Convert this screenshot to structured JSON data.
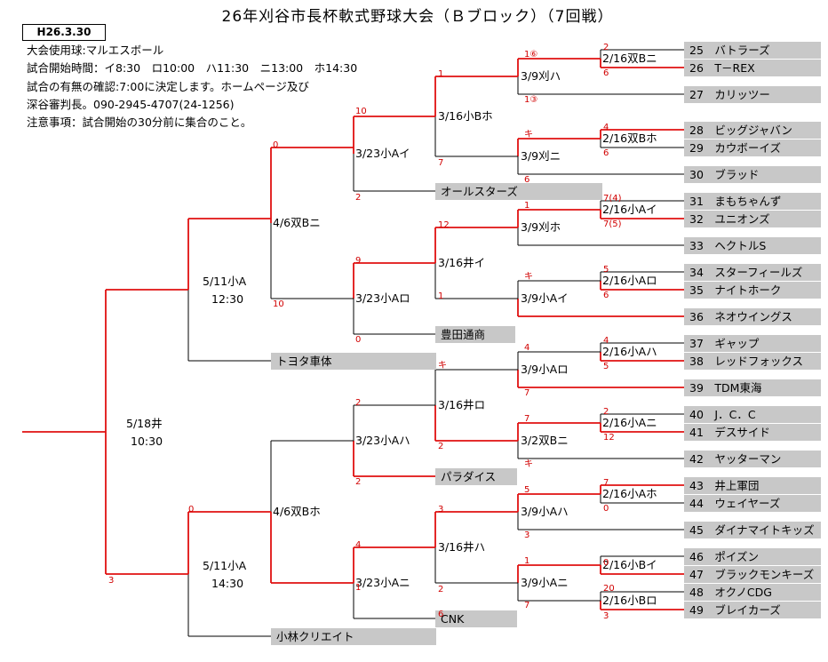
{
  "title": "26年刈谷市長杯軟式野球大会（Ｂブロック）（7回戦）",
  "date_label": "H26.3.30",
  "info_lines": [
    "大会使用球:マルエスボール",
    "試合開始時間：イ8:30　ロ10:00　ハ11:30　ニ13:00　ホ14:30",
    "試合の有無の確認:7:00に決定します。ホームページ及び",
    "深谷審判長。090-2945-4707(24-1256)",
    "注意事項：試合開始の30分前に集合のこと。"
  ],
  "teams": [
    "25　バトラーズ",
    "26　T－REX",
    "27　カリッツー",
    "28　ビッグジャバン",
    "29　カウボーイズ",
    "30　ブラッド",
    "31　まもちゃんず",
    "32　ユニオンズ",
    "33　ヘクトルS",
    "34　スターフィールズ",
    "35　ナイトホーク",
    "36　ネオウイングス",
    "37　ギャップ",
    "38　レッドフォックス",
    "39　TDM東海",
    "40　J．C．C",
    "41　デスサイド",
    "42　ヤッターマン",
    "43　井上軍団",
    "44　ウェイヤーズ",
    "45　ダイナマイトキッズ",
    "46　ポイズン",
    "47　ブラックモンキーズ",
    "48　オクノCDG",
    "49　ブレイカーズ"
  ],
  "seeded_teams": [
    "オールスターズ",
    "豊田通商",
    "パラダイス",
    "CNK",
    "トヨタ車体",
    "小林クリエイト"
  ],
  "round1_labels": [
    "2/16双Bニ",
    "2/16双Bホ",
    "2/16小Aイ",
    "2/16小Aロ",
    "2/16小Aハ",
    "2/16小Aニ",
    "2/16小Aホ",
    "2/16小Bイ",
    "2/16小Bロ"
  ],
  "round2_labels": [
    "3/9刈ハ",
    "3/9刈ニ",
    "3/9刈ホ",
    "3/9小Aイ",
    "3/9小Aロ",
    "3/2双Bニ",
    "3/9小Aハ",
    "3/9小Aニ"
  ],
  "round3_labels": [
    "3/16小Bホ",
    "3/16井イ",
    "3/16井ロ",
    "3/16井ハ"
  ],
  "round4_labels": [
    "3/23小Aイ",
    "3/23小Aロ",
    "3/23小Aハ",
    "3/23小Aニ"
  ],
  "round5_labels": [
    "4/6双Bニ",
    "4/6双Bホ"
  ],
  "round6_labels": [
    "5/11小A",
    "12:30",
    "5/11小A",
    "14:30"
  ],
  "final_labels": [
    "5/18井",
    "10:30"
  ],
  "scores": [
    "2",
    "6",
    "1⑥",
    "1③",
    "4",
    "6",
    "7(4)",
    "7(5)",
    "5",
    "6",
    "4",
    "5",
    "2",
    "12",
    "キ",
    "7",
    "0",
    "0",
    "20",
    "3",
    "1",
    "7",
    "キ",
    "6",
    "1",
    "キ",
    "7",
    "2",
    "4",
    "7",
    "キ",
    "5",
    "3",
    "7",
    "1",
    "10",
    "2",
    "9",
    "0",
    "2",
    "2",
    "4",
    "1",
    "3",
    "2",
    "12",
    "1",
    "6",
    "0",
    "10",
    "0",
    "3"
  ]
}
